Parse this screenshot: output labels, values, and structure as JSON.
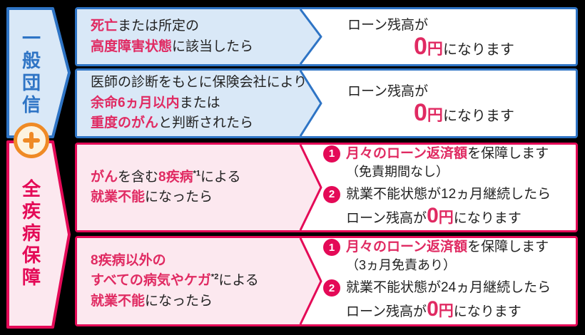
{
  "colors": {
    "background": "#000000",
    "blue_border": "#2e74c5",
    "blue_fill": "#d9e8f7",
    "pink_border": "#e40a57",
    "pink_fill": "#fce8ef",
    "accent_text_pink": "#e02a62",
    "body_text": "#222222",
    "orange": "#ef8a25",
    "orange_fill": "#fdf3df",
    "white": "#ffffff"
  },
  "left_column": {
    "general": "一般団信",
    "all_disease": "全疾病保障",
    "plus_icon": "plus"
  },
  "rows": [
    {
      "theme": "blue",
      "condition_lines": [
        [
          {
            "text": "死亡"
          },
          {
            "text": "または所定の"
          }
        ],
        [
          {
            "text": "高度障害状態"
          },
          {
            "text": "に該当したら"
          }
        ]
      ],
      "result": {
        "prefix": "ローン残高が",
        "zero": "0",
        "yen": "円",
        "suffix": "になります"
      }
    },
    {
      "theme": "blue",
      "condition_lines": [
        [
          {
            "text": "医師の診断をもとに保険会社により"
          }
        ],
        [
          {
            "text": "余命6ヵ月以内"
          },
          {
            "text": "または"
          }
        ],
        [
          {
            "text": "重度のがん"
          },
          {
            "text": "と判断されたら"
          }
        ]
      ],
      "result": {
        "prefix": "ローン残高が",
        "zero": "0",
        "yen": "円",
        "suffix": "になります"
      }
    },
    {
      "theme": "pink",
      "condition_lines": [
        [
          {
            "text": "がん"
          },
          {
            "text": "を含む"
          },
          {
            "text": "8疾病"
          },
          {
            "text": "*1"
          },
          {
            "text": "による"
          }
        ],
        [
          {
            "text": "就業不能"
          },
          {
            "text": "になったら"
          }
        ]
      ],
      "result_items": [
        {
          "number": "1",
          "line": [
            {
              "text": "月々のローン返済額"
            },
            {
              "text": "を保障します"
            }
          ],
          "sub": "（免責期間なし）"
        },
        {
          "number": "2",
          "line": [
            {
              "text": "就業不能状態が12ヵ月継続したら"
            }
          ],
          "sub_zero": {
            "prefix": "ローン残高が",
            "zero": "0",
            "yen": "円",
            "suffix": "になります"
          }
        }
      ]
    },
    {
      "theme": "pink",
      "condition_lines": [
        [
          {
            "text": "8疾病以外の"
          }
        ],
        [
          {
            "text": "すべての病気やケガ"
          },
          {
            "text": "*2"
          },
          {
            "text": "による"
          }
        ],
        [
          {
            "text": "就業不能"
          },
          {
            "text": "になったら"
          }
        ]
      ],
      "result_items": [
        {
          "number": "1",
          "line": [
            {
              "text": "月々のローン返済額"
            },
            {
              "text": "を保障します"
            }
          ],
          "sub": "（3ヵ月免責あり）"
        },
        {
          "number": "2",
          "line": [
            {
              "text": "就業不能状態が24ヵ月継続したら"
            }
          ],
          "sub_zero": {
            "prefix": "ローン残高が",
            "zero": "0",
            "yen": "円",
            "suffix": "になります"
          }
        }
      ]
    }
  ]
}
